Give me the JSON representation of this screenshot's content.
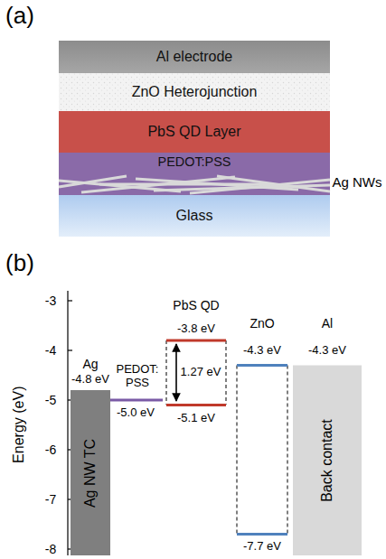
{
  "diagram": {
    "nodes": [
      {
        "text": [
          "Al electrode"
        ]
      },
      {
        "text": [
          "ZnO Heterojunction"
        ]
      },
      {
        "text": [
          "PbS QD Layer"
        ]
      },
      {
        "text": [
          "PEDOT:PSS"
        ]
      },
      {
        "text": [
          "Glass"
        ]
      },
      {
        "text": [
          "Ag NW TC"
        ]
      },
      {
        "text": [
          "Back contact"
        ]
      }
    ],
    "labels": [
      "(a)",
      "Ag NWs",
      "(b)",
      "Energy (eV)",
      "-3",
      "-4",
      "-5",
      "-6",
      "-7",
      "-8",
      "Ag",
      "-4.8 eV",
      "PEDOT: PSS",
      "-5.0 eV",
      "PbS QD",
      "-3.8 eV",
      "1.27 eV",
      "-5.1 eV",
      "ZnO",
      "-4.3 eV",
      "-7.7 eV",
      "Al",
      "-4.3 eV"
    ]
  }
}
